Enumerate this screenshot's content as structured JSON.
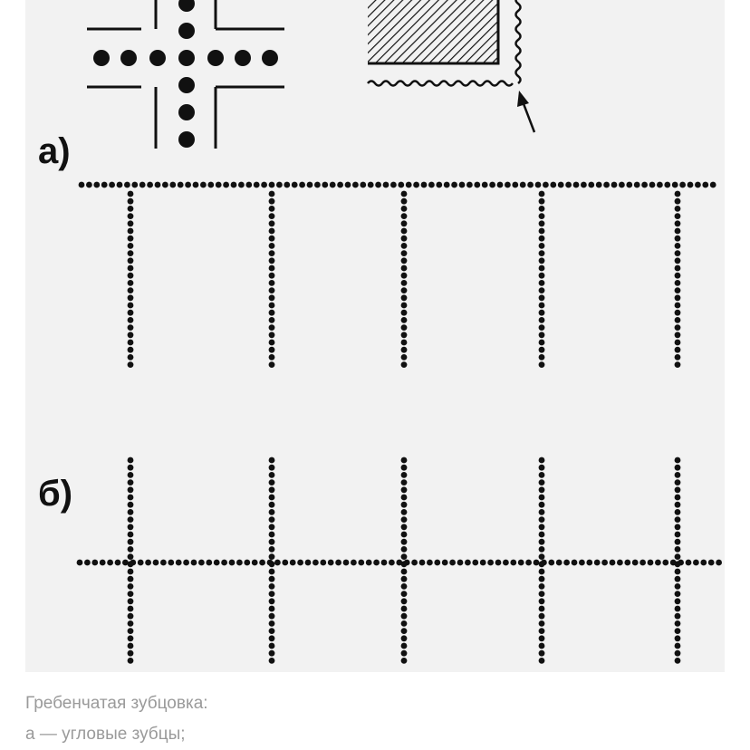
{
  "figure": {
    "label_a": "а)",
    "label_b": "б)"
  },
  "caption": {
    "line1": "Гребенчатая зубцовка:",
    "line2": "а — угловые зубцы;"
  },
  "colors": {
    "background": "#ffffff",
    "figure_bg": "#f2f2f2",
    "ink": "#111111",
    "caption_text": "#9a9a9a"
  }
}
